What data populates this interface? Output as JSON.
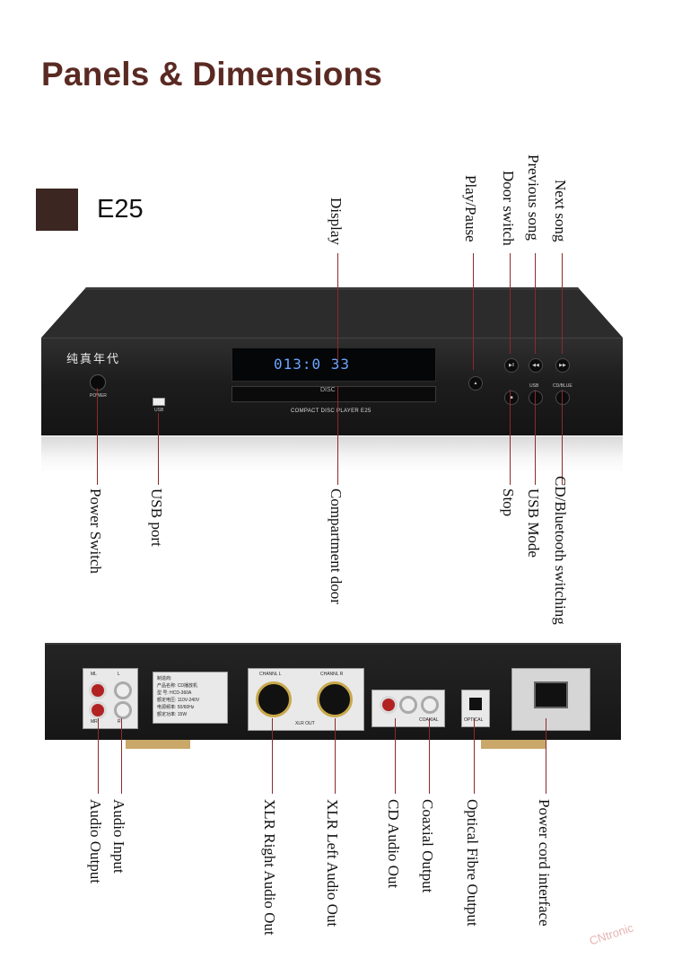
{
  "page": {
    "title": "Panels & Dimensions",
    "model": "E25",
    "swatch_color": "#3b2622",
    "accent_color": "#5a2a22",
    "leader_color": "#8b2a2a"
  },
  "front_panel": {
    "brand": "纯真年代",
    "display_readout": "013:0 33",
    "power_mark": "POWER",
    "usb_mark": "USB",
    "model_mark": "COMPACT DISC PLAYER E25",
    "disc_logo": "DISC",
    "usb_button_mark": "USB",
    "cdblue_button_mark": "CD/BLUE"
  },
  "front_labels": {
    "display": "Display",
    "play_pause": "Play/Pause",
    "door_switch": "Door switch",
    "previous_song": "Previous song",
    "next_song": "Next song",
    "power_switch": "Power Switch",
    "usb_port": "USB port",
    "compartment_door": "Compartment door",
    "stop": "Stop",
    "usb_mode": "USB Mode",
    "cd_bluetooth": "CD/Bluetooth switching"
  },
  "back_panel": {
    "ml": "ML",
    "l": "L",
    "mr": "MR",
    "r": "R",
    "channel_l": "CHANNL L",
    "channel_r": "CHANNL R",
    "xlr_out": "XLR OUT",
    "coaxial_mark": "COAXIAL",
    "optical_mark": "OPTICAL",
    "spec_lines": [
      "制造商:",
      "产品名称: CD播放机",
      "型    号: HCD-360A",
      "额定电压: 110V-240V",
      "电源频率: 50/60Hz",
      "额定功率: 15W"
    ]
  },
  "back_labels": {
    "audio_output": "Audio Output",
    "audio_input": "Audio Input",
    "xlr_right": "XLR Right Audio Out",
    "xlr_left": "XLR Left Audio Out",
    "cd_audio_out": "CD Audio Out",
    "coaxial_output": "Coaxial Output",
    "optical_output": "Optical Fibre Output",
    "power_cord": "Power cord interface"
  },
  "watermark": "CNtronic"
}
